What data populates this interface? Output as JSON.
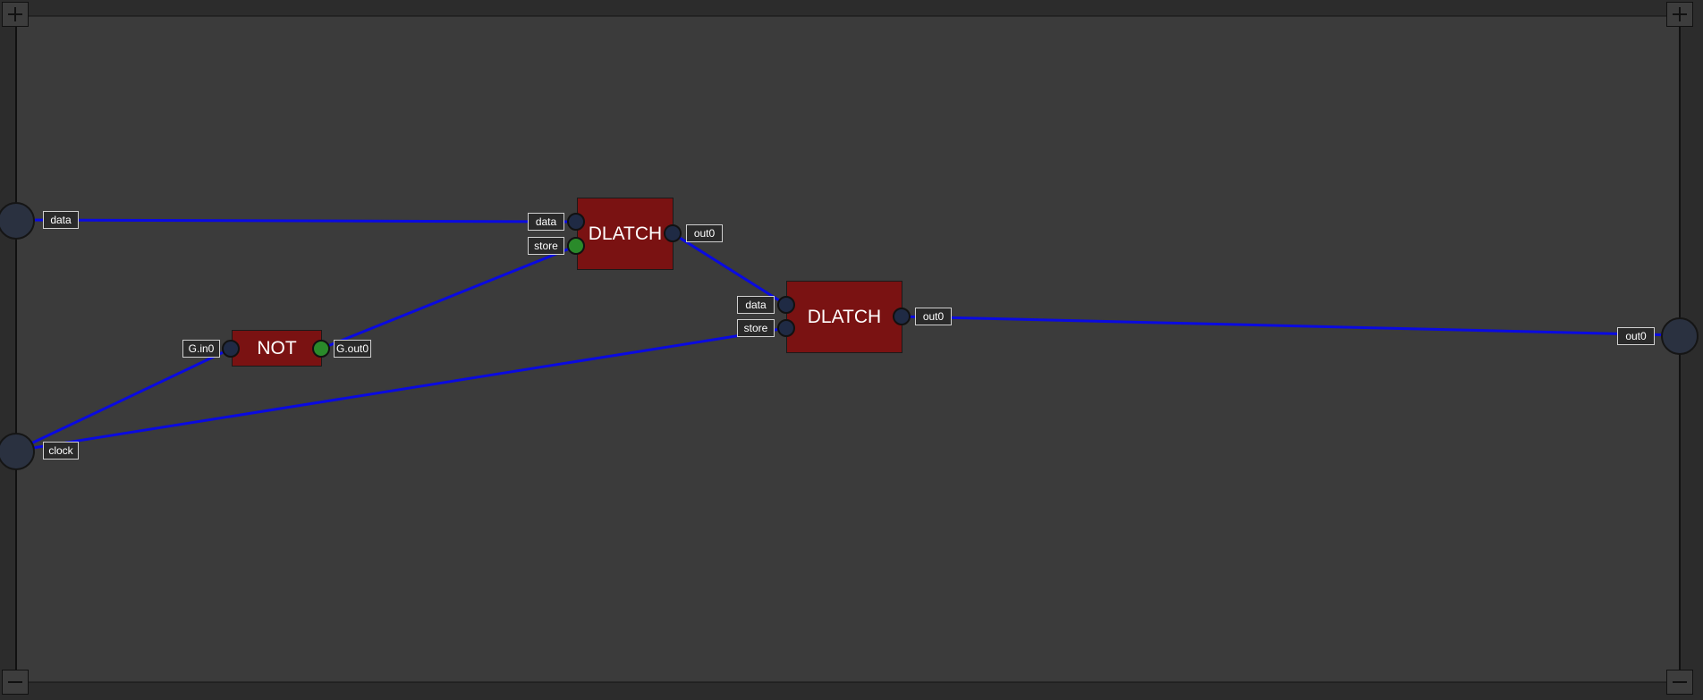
{
  "colors": {
    "background": "#3b3b3b",
    "frame": "#2c2c2c",
    "wire": "#0a0ae0",
    "gate_fill": "#7a1212",
    "pin_active": "#2a8a2a"
  },
  "controls": {
    "top_left": "plus-icon",
    "top_right": "plus-icon",
    "bottom_left": "minus-icon",
    "bottom_right": "minus-icon"
  },
  "inputs": [
    {
      "label": "data"
    },
    {
      "label": "clock"
    }
  ],
  "outputs": [
    {
      "label": "out0"
    }
  ],
  "gates": [
    {
      "name": "NOT",
      "in_labels": [
        "G.in0"
      ],
      "out_label": "G.out0"
    },
    {
      "name": "DLATCH",
      "in_labels": [
        "data",
        "store"
      ],
      "out_label": "out0"
    },
    {
      "name": "DLATCH",
      "in_labels": [
        "data",
        "store"
      ],
      "out_label": "out0"
    }
  ]
}
